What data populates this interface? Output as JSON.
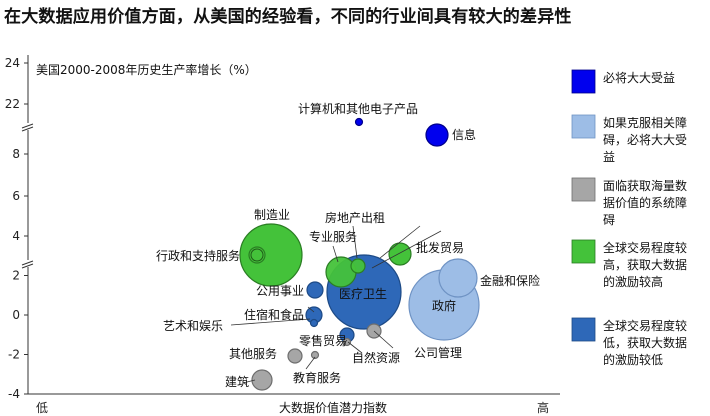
{
  "title": "在大数据应用价值方面，从美国的经验看，不同的行业间具有较大的差异性",
  "chart_data": {
    "type": "scatter",
    "ylabel": "美国2000-2008年历史生产率增长（%）",
    "xlabel": "大数据价值潜力指数",
    "x_tick_labels": {
      "low": "低",
      "high": "高"
    },
    "y_ticks": [
      "24",
      "22",
      "8",
      "6",
      "4",
      "2",
      "0",
      "-2",
      "-4"
    ],
    "y_axis_breaks": "two breaks: between 22 and 8, between 4 and 2",
    "legend_position": "right",
    "colors": {
      "必将大大受益": "#0000ee",
      "如果克服相关障碍，必将大大受益": "#9dbde6",
      "面临获取海量数据价值的系统障碍": "#a6a6a6",
      "全球交易程度较高，获取大数据的激励较高": "#44c23a",
      "全球交易程度较低，获取大数据的激励较低": "#2e68b8"
    },
    "legend": [
      {
        "lines": [
          "必将大大受益"
        ]
      },
      {
        "lines": [
          "如果克服相关障",
          "碍，必将大大受",
          "益"
        ]
      },
      {
        "lines": [
          "面临获取海量数",
          "据价值的系统障",
          "碍"
        ]
      },
      {
        "lines": [
          "全球交易程度较",
          "高，获取大数据",
          "的激励较高"
        ]
      },
      {
        "lines": [
          "全球交易程度较",
          "低，获取大数据",
          "的激励较低"
        ]
      }
    ],
    "points": [
      {
        "name": "计算机和其他电子产品",
        "x": 0.63,
        "y": 21.0,
        "size": "tiny"
      },
      {
        "name": "信息",
        "x": 0.88,
        "y": 8.9,
        "size": "small"
      },
      {
        "name": "制造业",
        "x": 0.54,
        "y": 3.0,
        "size": "large"
      },
      {
        "name": "行政和支持服务",
        "x": 0.5,
        "y": 3.0,
        "size": "small"
      },
      {
        "name": "房地产出租",
        "x": 0.69,
        "y": 2.3,
        "size": "tiny"
      },
      {
        "name": "专业服务",
        "x": 0.66,
        "y": 2.0,
        "size": "medium"
      },
      {
        "name": "批发贸易",
        "x": 0.78,
        "y": 3.0,
        "size": "small"
      },
      {
        "name": "医疗卫生",
        "x": 0.72,
        "y": 1.0,
        "size": "large"
      },
      {
        "name": "金融和保险",
        "x": 0.89,
        "y": 1.8,
        "size": "medium"
      },
      {
        "name": "政府",
        "x": 0.86,
        "y": 0.2,
        "size": "large"
      },
      {
        "name": "公用事业",
        "x": 0.61,
        "y": 1.1,
        "size": "small"
      },
      {
        "name": "住宿和食品",
        "x": 0.61,
        "y": 0.0,
        "size": "small"
      },
      {
        "name": "艺术和娱乐",
        "x": 0.6,
        "y": -0.5,
        "size": "tiny"
      },
      {
        "name": "零售贸易",
        "x": 0.67,
        "y": -0.7,
        "size": "small"
      },
      {
        "name": "公司管理",
        "x": 0.73,
        "y": -0.9,
        "size": "small"
      },
      {
        "name": "自然资源",
        "x": 0.69,
        "y": -1.3,
        "size": "tiny"
      },
      {
        "name": "其他服务",
        "x": 0.57,
        "y": -2.2,
        "size": "small"
      },
      {
        "name": "教育服务",
        "x": 0.61,
        "y": -2.1,
        "size": "tiny"
      },
      {
        "name": "建筑",
        "x": 0.51,
        "y": -3.4,
        "size": "small"
      }
    ]
  }
}
